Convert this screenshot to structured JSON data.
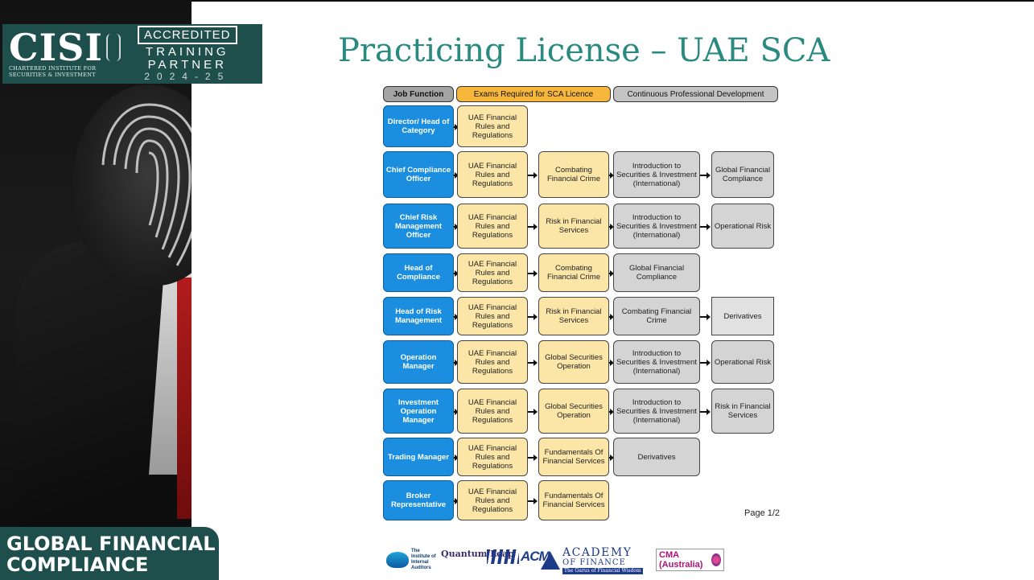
{
  "slide": {
    "title": "Practicing License – UAE SCA",
    "footer_label": "GLOBAL FINANCIAL COMPLIANCE"
  },
  "badge": {
    "brand": "CISI",
    "brand_sub_1": "CHARTERED INSTITUTE FOR",
    "brand_sub_2": "SECURITIES & INVESTMENT",
    "accredited": "ACCREDITED",
    "training": "TRAINING",
    "partner": "PARTNER",
    "years": "2024-25"
  },
  "chart": {
    "headers": {
      "job": "Job Function",
      "exams": "Exams  Required  for SCA Licence",
      "cpd": "Continuous  Professional  Development"
    },
    "rows": [
      {
        "job": "Director/ Head of Category",
        "exam": "UAE Financial Rules and Regulations",
        "exam2": "",
        "cpd1": "",
        "cpd2": ""
      },
      {
        "job": "Chief Compliance Officer",
        "exam": "UAE Financial Rules and Regulations",
        "exam2": "Combating Financial Crime",
        "cpd1": "Introduction to Securities & Investment (International)",
        "cpd2": "Global Financial Compliance"
      },
      {
        "job": "Chief Risk Management Officer",
        "exam": "UAE Financial Rules and Regulations",
        "exam2": "Risk in Financial Services",
        "cpd1": "Introduction to Securities & Investment (International)",
        "cpd2": "Operational Risk"
      },
      {
        "job": "Head of Compliance",
        "exam": "UAE Financial Rules and Regulations",
        "exam2": "Combating Financial Crime",
        "cpd1": "Global Financial Compliance",
        "cpd2": ""
      },
      {
        "job": "Head of Risk Management",
        "exam": "UAE Financial Rules and Regulations",
        "exam2": "Risk in Financial Services",
        "cpd1": "Combating Financial Crime",
        "cpd2": "Derivatives"
      },
      {
        "job": "Operation Manager",
        "exam": "UAE Financial Rules and Regulations",
        "exam2": "Global Securities Operation",
        "cpd1": "Introduction to Securities & Investment (International)",
        "cpd2": "Operational Risk"
      },
      {
        "job": "Investment Operation Manager",
        "exam": "UAE Financial Rules and Regulations",
        "exam2": "Global Securities Operation",
        "cpd1": "Introduction to Securities & Investment (International)",
        "cpd2": "Risk in Financial Services"
      },
      {
        "job": "Trading Manager",
        "exam": "UAE Financial Rules and Regulations",
        "exam2": "Fundamentals Of Financial Services",
        "cpd1": "Derivatives",
        "cpd2": ""
      },
      {
        "job": "Broker Representative",
        "exam": "UAE Financial Rules and Regulations",
        "exam2": "Fundamentals Of Financial Services",
        "cpd1": "",
        "cpd2": ""
      }
    ],
    "page_label": "Page 1/2"
  },
  "logos": {
    "iia": "The Institute of Internal Auditors",
    "quantum_leap": "Quantum Leap",
    "acm": "ACM",
    "aof_line1": "ACADEMY",
    "aof_line2": "OF FINANCE",
    "aof_tagline": "The Gurus of Financial Wisdom",
    "cma": "CMA (Australia)"
  }
}
